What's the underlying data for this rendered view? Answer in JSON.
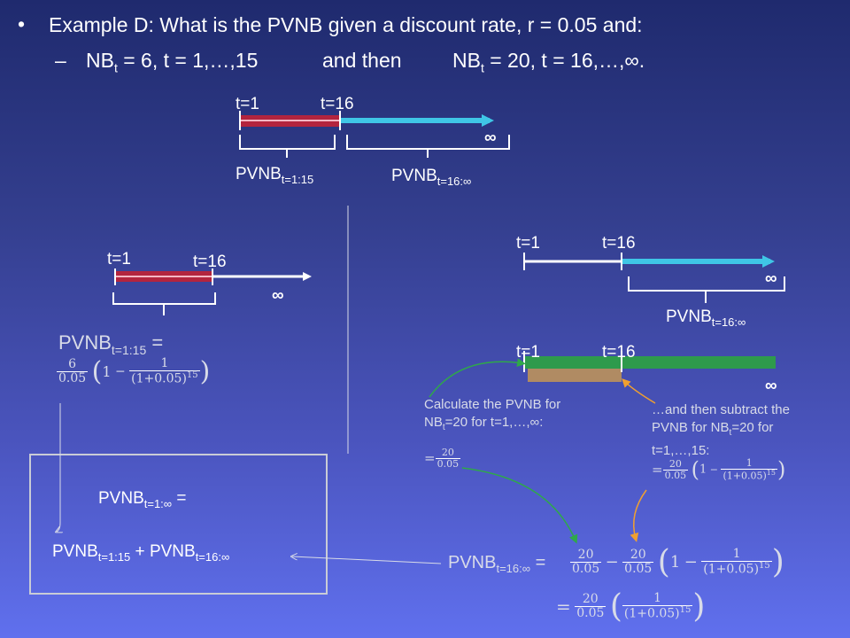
{
  "header": {
    "bullet": "•",
    "line1": "Example D: What is the PVNB given a discount rate, r = 0.05 and:",
    "dash": "–",
    "nb": "NB",
    "t": "t",
    "seg1": " = 6, t = 1,…,15",
    "and_then": "and then",
    "seg2": " = 20, t = 16,…,∞."
  },
  "labels": {
    "t1": "t=1",
    "t16": "t=16",
    "inf": "∞",
    "pvnb": "PVNB",
    "sub_1_15": "t=1:15",
    "sub_16_inf": "t=16:∞",
    "sub_1_inf": "t=1:∞",
    "eq": "=",
    "plus": "+",
    "one": "1",
    "minus": "−",
    "six": "6",
    "twenty": "20",
    "rate": "0.05",
    "den15": "(1+0.05)",
    "exp15": "15",
    "lparen": "(",
    "rparen": ")"
  },
  "notes": {
    "calc_line1": "Calculate the PVNB for",
    "calc_line2a": "NB",
    "calc_line2b": "=20 for t=1,…,∞:",
    "sub_line1": "…and then subtract the",
    "sub_line2a": "PVNB for NB",
    "sub_line2b": "=20 for",
    "sub_line3": "t=1,…,15:"
  },
  "colors": {
    "red_segment": "#b3243e",
    "cyan_segment": "#3fc6e6",
    "green_segment": "#2e9a4c",
    "tan_segment": "#b08b63",
    "green_arrow": "#2fa84a",
    "orange_arrow": "#f0a030"
  }
}
